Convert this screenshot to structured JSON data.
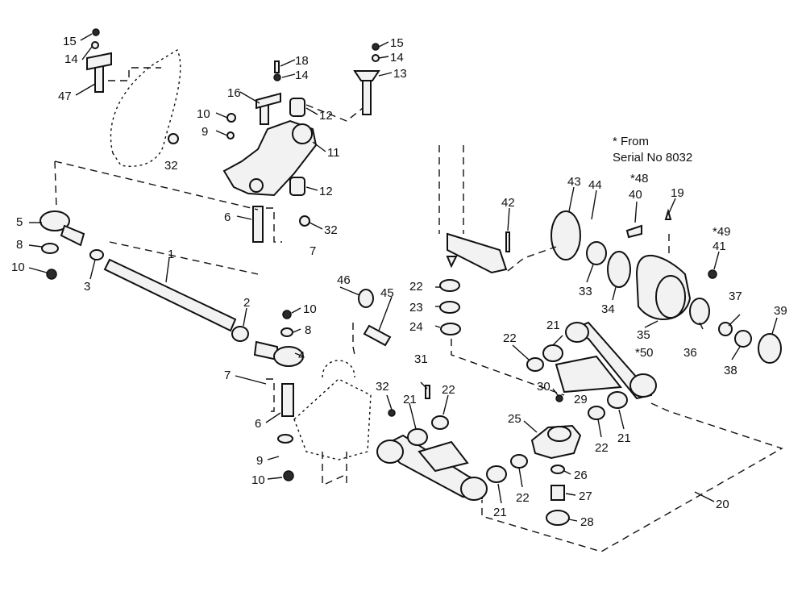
{
  "note": {
    "line1": "* From",
    "line2": "Serial No 8032"
  },
  "labels": {
    "l15a": "15",
    "l14a": "14",
    "l47": "47",
    "l32a": "32",
    "l18": "18",
    "l14b": "14",
    "l16": "16",
    "l10a": "10",
    "l9a": "9",
    "l12a": "12",
    "l11": "11",
    "l12b": "12",
    "l6a": "6",
    "l32b": "32",
    "l7a": "7",
    "l15b": "15",
    "l14c": "14",
    "l13": "13",
    "l5": "5",
    "l8a": "8",
    "l10b": "10",
    "l3": "3",
    "l1": "1",
    "l2": "2",
    "l10c": "10",
    "l8b": "8",
    "l4": "4",
    "l7b": "7",
    "l6b": "6",
    "l9b": "9",
    "l10d": "10",
    "l46": "46",
    "l45": "45",
    "l31": "31",
    "l32c": "32",
    "l22a": "22",
    "l21a": "21",
    "l22b": "22",
    "l23": "23",
    "l24": "24",
    "l42": "42",
    "l43": "43",
    "l44": "44",
    "l48": "*48",
    "l40": "40",
    "l19": "19",
    "l49": "*49",
    "l41": "41",
    "l33": "33",
    "l34": "34",
    "l35": "35",
    "l50": "*50",
    "l36": "36",
    "l37": "37",
    "l38": "38",
    "l39": "39",
    "l21b": "21",
    "l22c": "22",
    "l30": "30",
    "l29": "29",
    "l25": "25",
    "l22d": "22",
    "l21c": "21",
    "l26": "26",
    "l27": "27",
    "l28": "28",
    "l22e": "22",
    "l21d": "21",
    "l20": "20"
  }
}
